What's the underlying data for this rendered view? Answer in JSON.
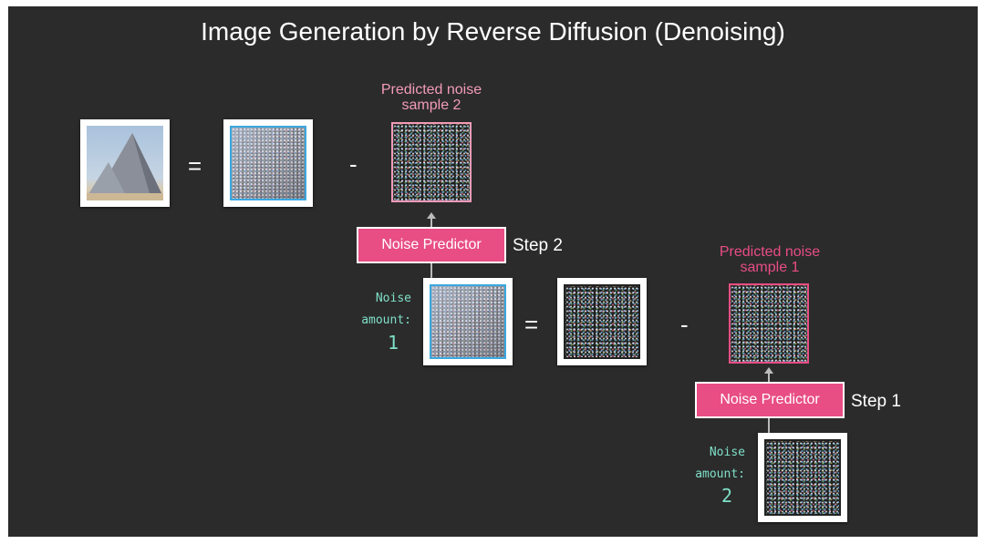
{
  "title": "Image Generation by Reverse Diffusion (Denoising)",
  "operators": {
    "equals": "=",
    "minus": "-"
  },
  "step2": {
    "predicted_label_line1": "Predicted noise",
    "predicted_label_line2": "sample 2",
    "predictor_label": "Noise Predictor",
    "step_label": "Step 2",
    "noise_label_line1": "Noise",
    "noise_label_line2": "amount:",
    "noise_amount": "1"
  },
  "step1": {
    "predicted_label_line1": "Predicted noise",
    "predicted_label_line2": "sample 1",
    "predictor_label": "Noise Predictor",
    "step_label": "Step 1",
    "noise_label_line1": "Noise",
    "noise_label_line2": "amount:",
    "noise_amount": "2"
  },
  "colors": {
    "background": "#2b2b2b",
    "predictor_fill": "#e84d84",
    "predicted_label_step2": "#f39bb8",
    "predicted_label_step1": "#e84d84",
    "noise_amount_text": "#7fe0c8",
    "border_blue": "#3aa8e0",
    "border_pink": "#e84d84"
  }
}
